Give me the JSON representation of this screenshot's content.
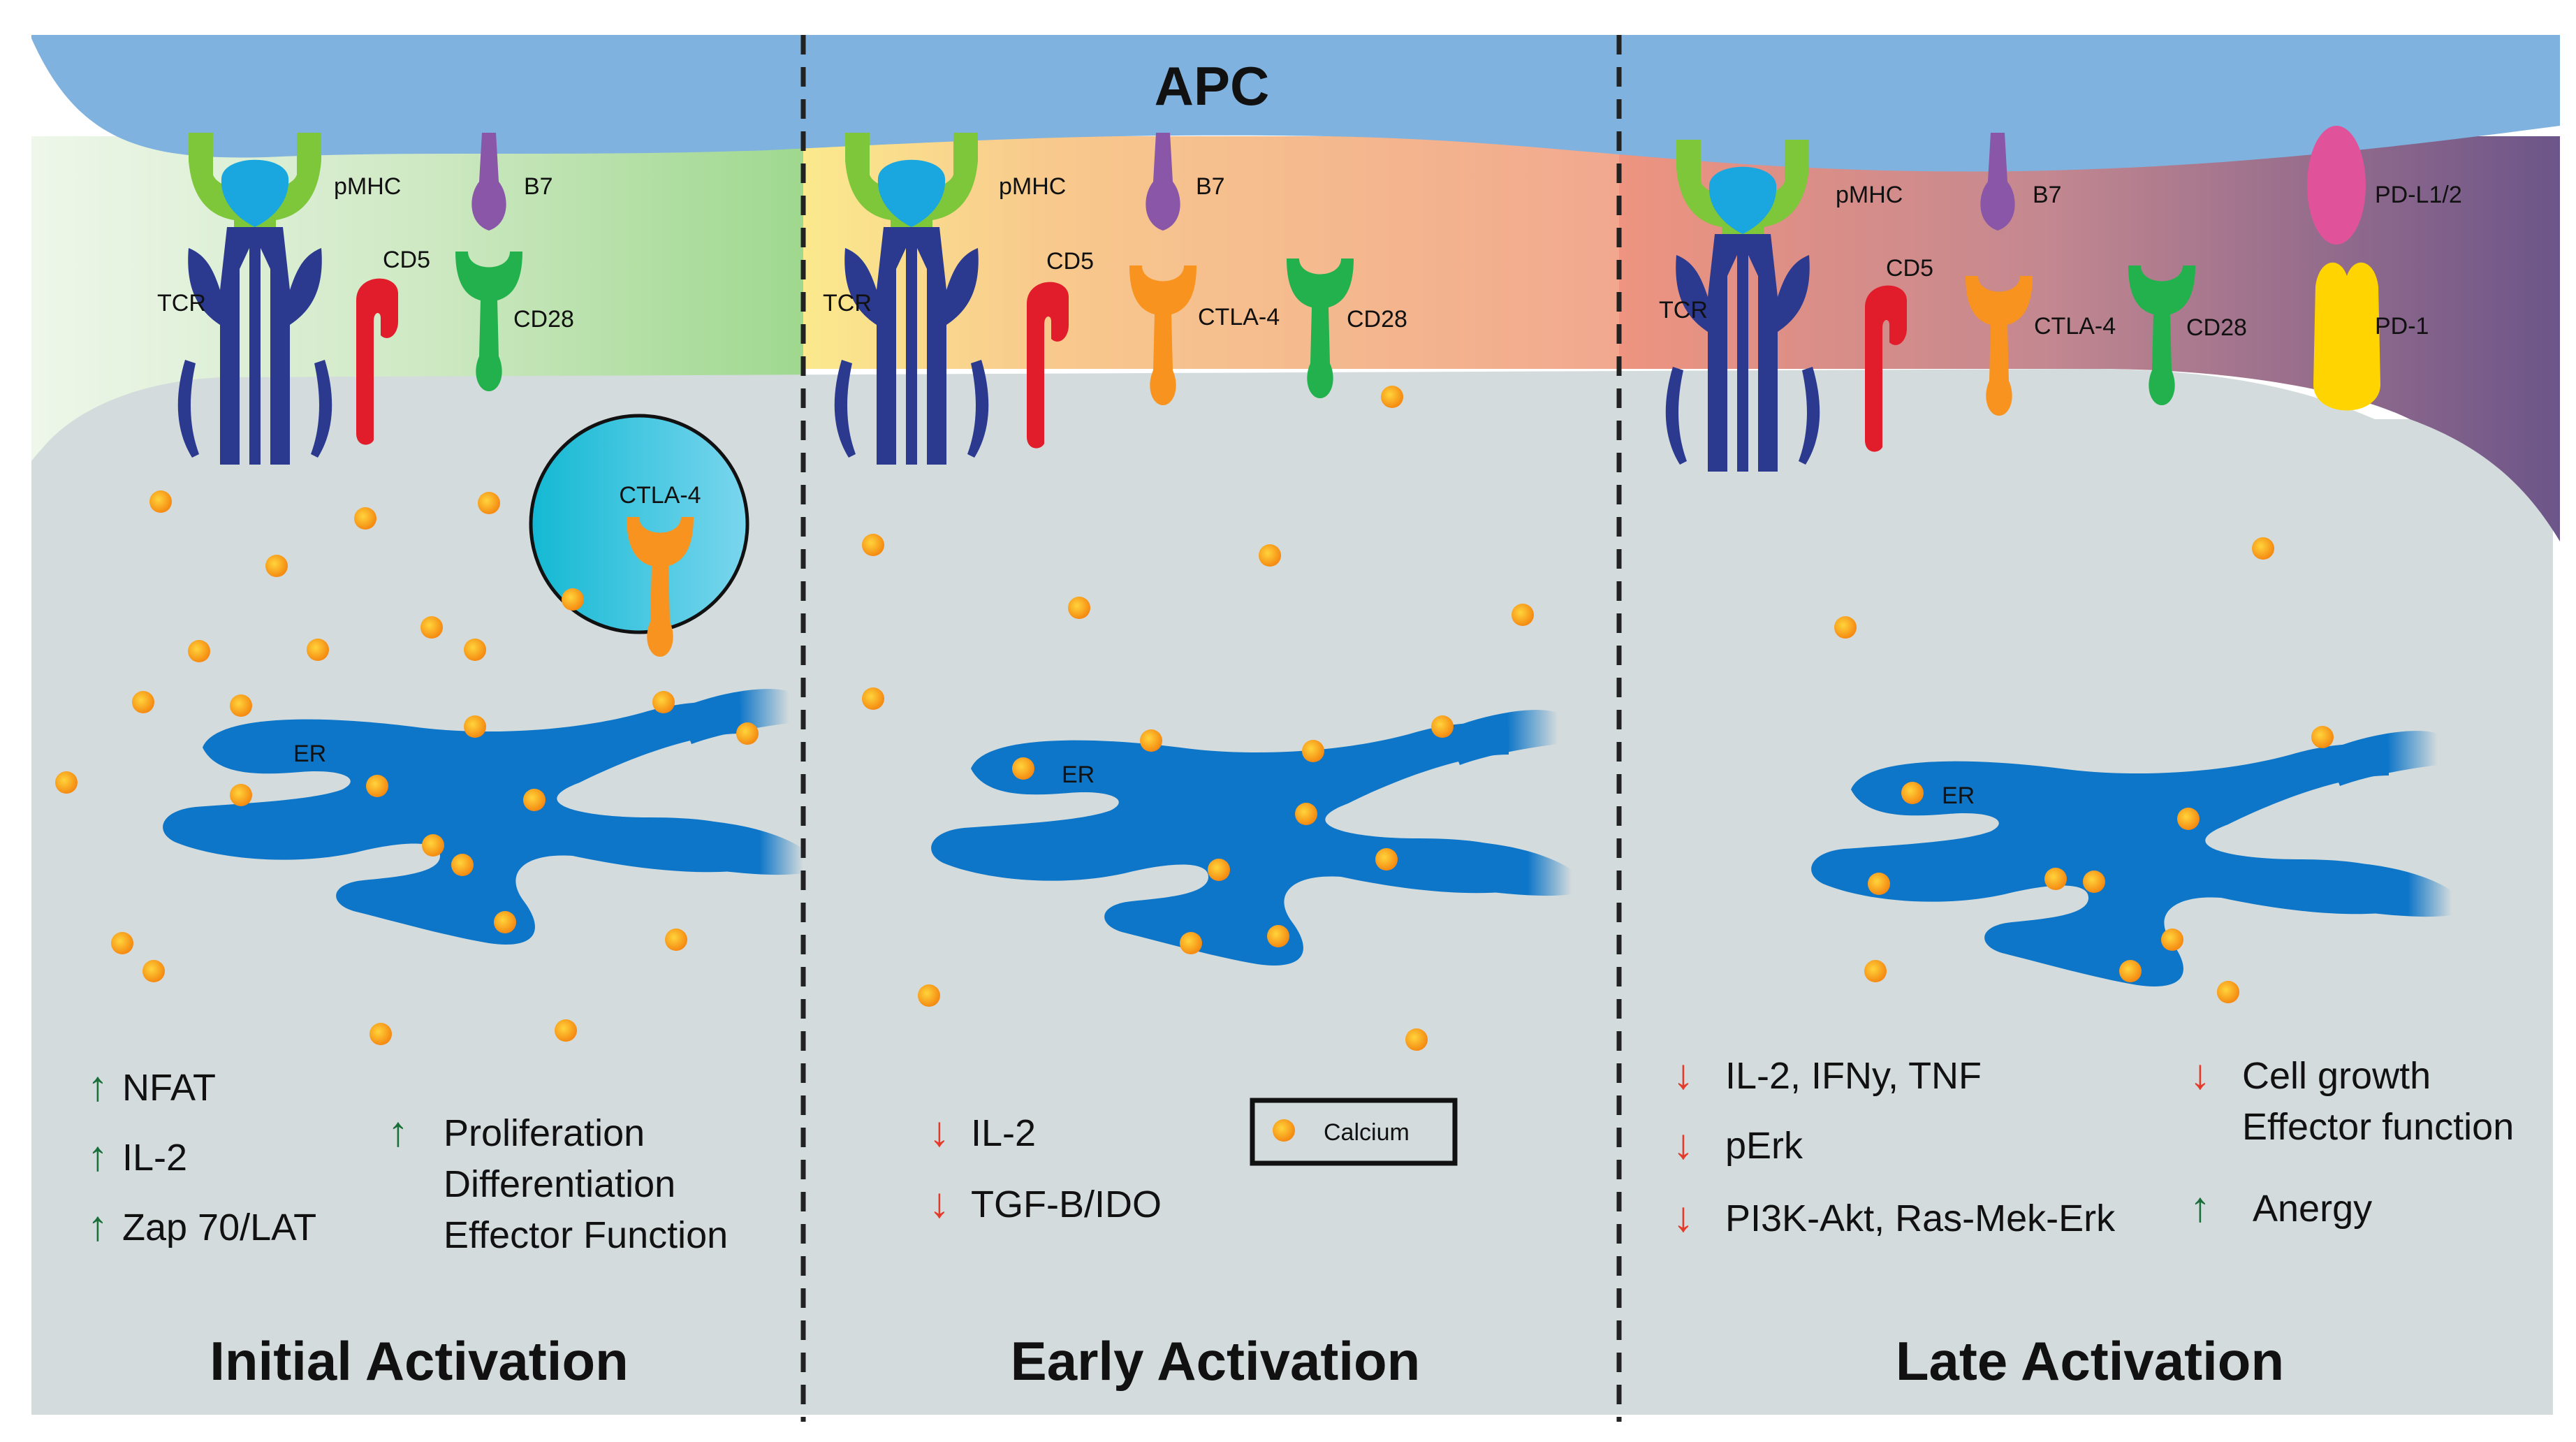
{
  "colors": {
    "apc": "#7fb2de",
    "cytoplasm": "#d3dbdc",
    "er": "#0e76c8",
    "tcr": "#2b3a8f",
    "mhc_green": "#7ec63a",
    "peptide": "#1aa7df",
    "b7": "#8a56a8",
    "cd28": "#22b14c",
    "cd5": "#e11d2b",
    "ctla4": "#f7931e",
    "pdl1": "#e0539a",
    "pd1": "#ffd400",
    "calcium": "#f7a21a",
    "up_arrow": "#1a6e3a",
    "down_arrow": "#e53a2a"
  },
  "apc_label": "APC",
  "panels": [
    {
      "title": "Initial Activation",
      "receptors": {
        "pmhc": "pMHC",
        "b7": "B7",
        "tcr": "TCR",
        "cd5": "CD5",
        "cd28": "CD28"
      },
      "vesicle_label": "CTLA-4",
      "er_label": "ER",
      "effects_left": [
        {
          "dir": "up",
          "text": "NFAT"
        },
        {
          "dir": "up",
          "text": "IL-2"
        },
        {
          "dir": "up",
          "text": "Zap 70/LAT"
        }
      ],
      "effects_right": {
        "dir": "up",
        "lines": [
          "Proliferation",
          "Differentiation",
          "Effector Function"
        ]
      }
    },
    {
      "title": "Early Activation",
      "receptors": {
        "pmhc": "pMHC",
        "b7": "B7",
        "tcr": "TCR",
        "cd5": "CD5",
        "ctla4": "CTLA-4",
        "cd28": "CD28"
      },
      "er_label": "ER",
      "effects_left": [
        {
          "dir": "down",
          "text": "IL-2"
        },
        {
          "dir": "down",
          "text": "TGF-B/IDO"
        }
      ],
      "legend_label": "Calcium"
    },
    {
      "title": "Late Activation",
      "receptors": {
        "pmhc": "pMHC",
        "b7": "B7",
        "tcr": "TCR",
        "cd5": "CD5",
        "ctla4": "CTLA-4",
        "cd28": "CD28",
        "pdl1": "PD-L1/2",
        "pd1": "PD-1"
      },
      "er_label": "ER",
      "effects_left": [
        {
          "dir": "down",
          "text": "IL-2, IFNy, TNF"
        },
        {
          "dir": "down",
          "text": "pErk"
        },
        {
          "dir": "down",
          "text": "PI3K-Akt, Ras-Mek-Erk"
        }
      ],
      "effects_right": [
        {
          "dir": "down",
          "lines": [
            "Cell growth",
            "Effector function"
          ]
        },
        {
          "dir": "up",
          "lines": [
            "Anergy"
          ]
        }
      ]
    }
  ]
}
